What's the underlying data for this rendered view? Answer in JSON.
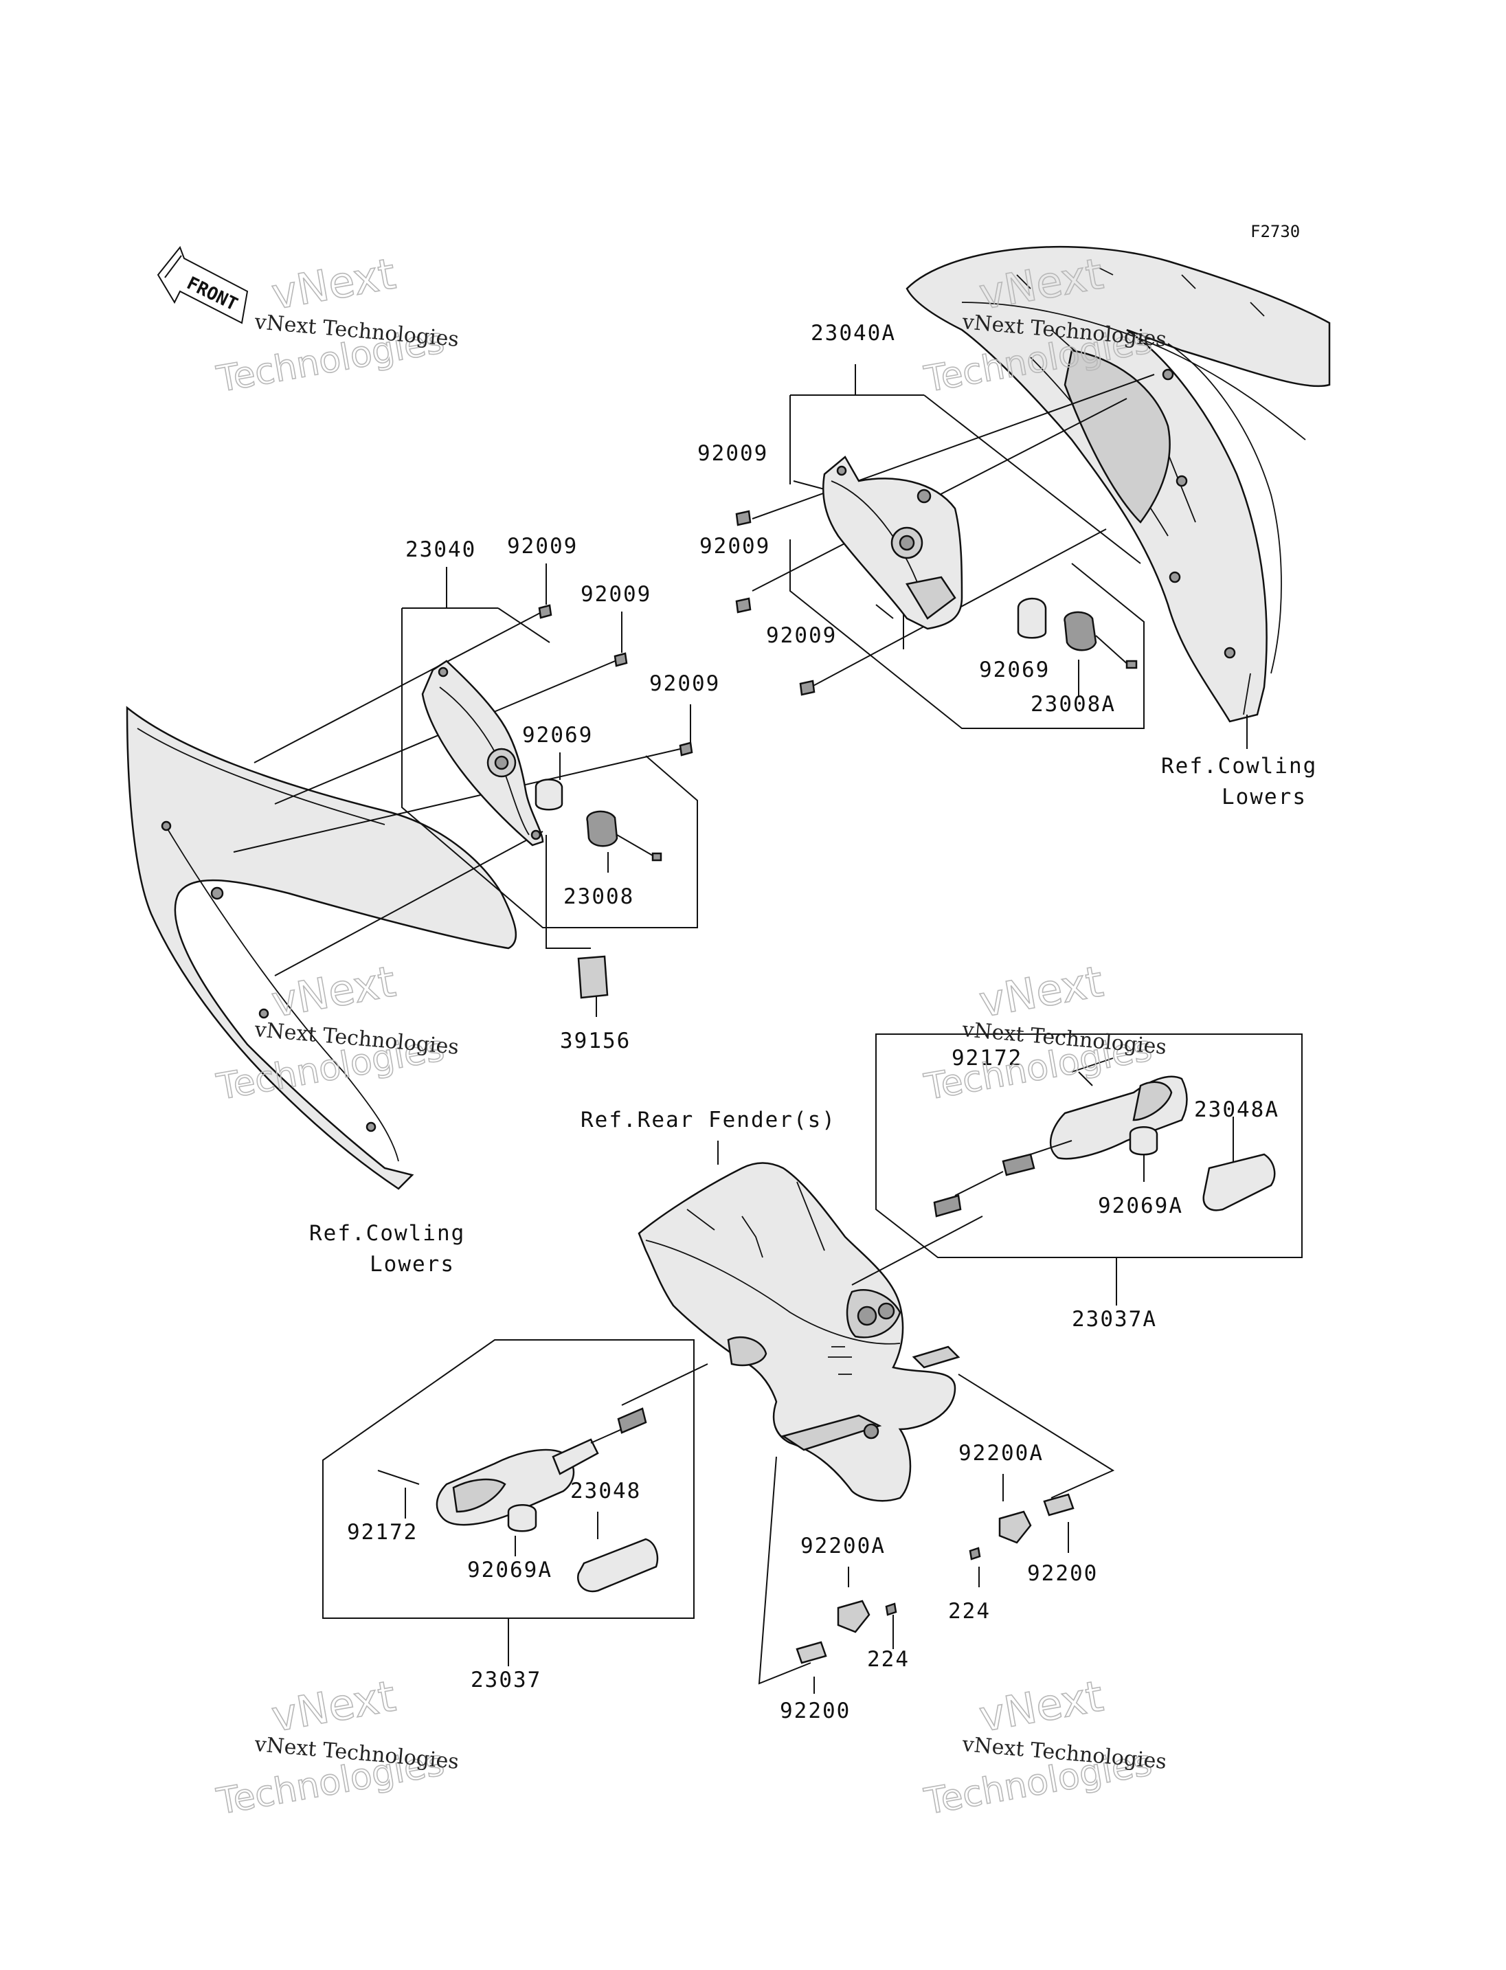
{
  "diagram_code": "F2730",
  "front_label": "FRONT",
  "watermarks": {
    "company": "vNext Technologies",
    "word1": "vNext",
    "word2": "Technologies"
  },
  "parts": {
    "p23040A": "23040A",
    "p92009_a": "92009",
    "p92009_b": "92009",
    "p92009_c": "92009",
    "p92069_top": "92069",
    "p23008A": "23008A",
    "ref_cowling_top_1": "Ref.Cowling",
    "ref_cowling_top_2": "Lowers",
    "p23040": "23040",
    "p92009_d": "92009",
    "p92009_e": "92009",
    "p92009_f": "92009",
    "p92069_left": "92069",
    "p23008": "23008",
    "p39156": "39156",
    "ref_cowling_left_1": "Ref.Cowling",
    "ref_cowling_left_2": "Lowers",
    "p92172_top": "92172",
    "p23048A": "23048A",
    "p92069A_top": "92069A",
    "p23037A": "23037A",
    "ref_rear_fender": "Ref.Rear Fender(s)",
    "p92200A_right": "92200A",
    "p224_right": "224",
    "p92200_right": "92200",
    "p92200A_mid": "92200A",
    "p224_mid": "224",
    "p92200_mid": "92200",
    "p92172_bottom": "92172",
    "p23048": "23048",
    "p92069A_bottom": "92069A",
    "p23037": "23037"
  }
}
